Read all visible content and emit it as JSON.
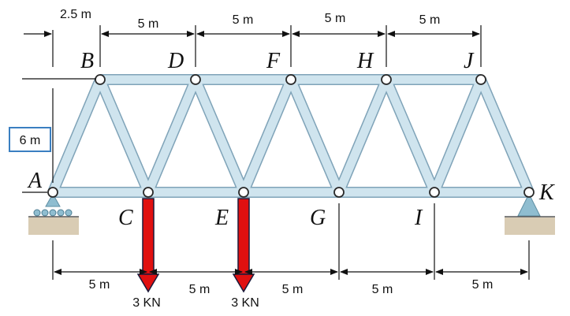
{
  "dimensions": {
    "top_offset": "2.5 m",
    "top_spans": [
      "5 m",
      "5 m",
      "5 m",
      "5 m"
    ],
    "bottom_spans": [
      "5 m",
      "5 m",
      "5 m",
      "5 m",
      "5 m"
    ],
    "height": "6 m"
  },
  "nodes": {
    "top": [
      "B",
      "D",
      "F",
      "H",
      "J"
    ],
    "bottom": [
      "A",
      "C",
      "E",
      "G",
      "I",
      "K"
    ]
  },
  "loads": [
    {
      "at": "C",
      "label": "3 KN"
    },
    {
      "at": "E",
      "label": "3 KN"
    }
  ],
  "colors": {
    "member_fill": "#cfe4ee",
    "member_stroke": "#7fa3b8",
    "load_arrow": "#e01010",
    "load_outline": "#1a1a3a",
    "support_fill": "#8fbdd0",
    "ground_fill": "#d9ccb4",
    "box_border": "#3a7fc1"
  }
}
